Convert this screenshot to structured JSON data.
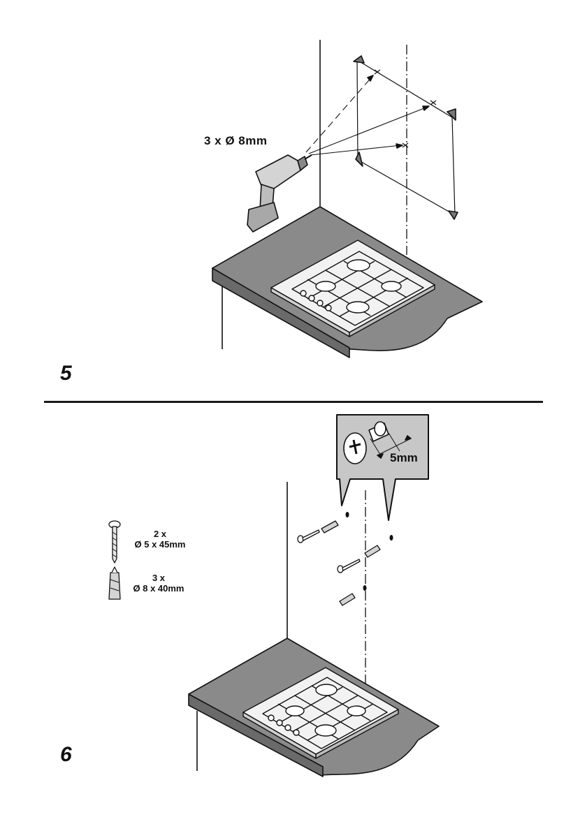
{
  "step5": {
    "number": "5",
    "drill_label": "3 x Ø 8mm"
  },
  "step6": {
    "number": "6",
    "zoom_label": "5mm",
    "screws": {
      "qty": "2 x",
      "size": "Ø 5 x 45mm"
    },
    "plugs": {
      "qty": "3 x",
      "size": "Ø 8 x 40mm"
    }
  },
  "colors": {
    "line": "#111111",
    "worktop": "#8a8a8a",
    "zoom_bg": "#c7c7c7"
  }
}
